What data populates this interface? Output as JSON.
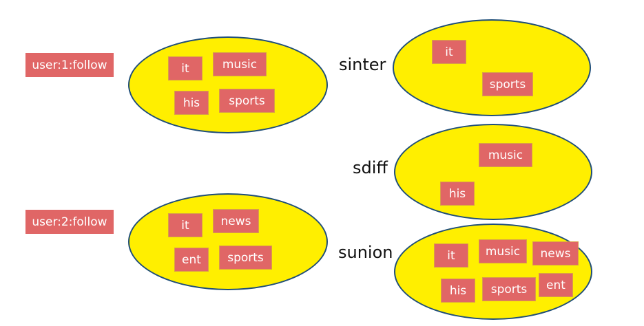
{
  "keys": {
    "user1": "user:1:follow",
    "user2": "user:2:follow"
  },
  "sets": {
    "user1": [
      "it",
      "music",
      "his",
      "sports"
    ],
    "user2": [
      "it",
      "news",
      "ent",
      "sports"
    ],
    "sinter": [
      "it",
      "sports"
    ],
    "sdiff": [
      "music",
      "his"
    ],
    "sunion": [
      "it",
      "music",
      "news",
      "his",
      "sports",
      "ent"
    ]
  },
  "operations": {
    "sinter": "sinter",
    "sdiff": "sdiff",
    "sunion": "sunion"
  },
  "colors": {
    "set_fill": "#ffef00",
    "set_border": "#1f4e79",
    "tag_fill": "#e06666",
    "tag_text": "#ffffff"
  }
}
